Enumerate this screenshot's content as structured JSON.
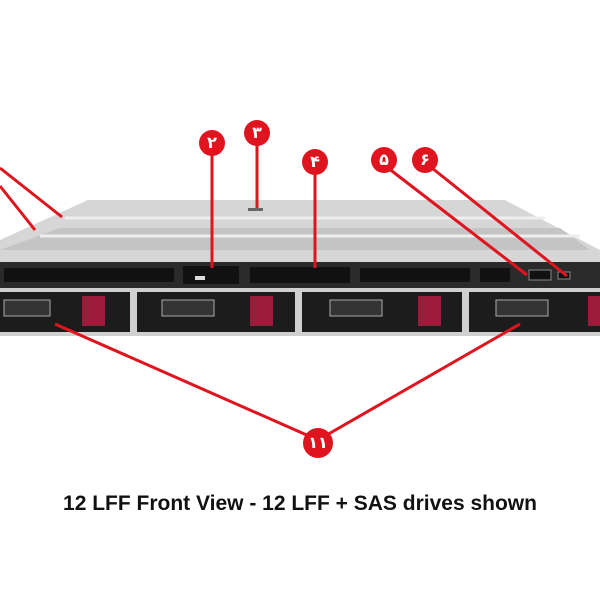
{
  "markers": [
    {
      "id": "2",
      "label": "۲"
    },
    {
      "id": "3",
      "label": "۳"
    },
    {
      "id": "4",
      "label": "۴"
    },
    {
      "id": "5",
      "label": "۵"
    },
    {
      "id": "6",
      "label": "۶"
    },
    {
      "id": "11",
      "label": "۱۱"
    }
  ],
  "caption": "12 LFF Front View - 12 LFF + SAS drives shown",
  "colors": {
    "callout": "#e0141e",
    "drive_latch": "#9b1b3a",
    "chassis": "#c9c9c9",
    "bezel": "#1d1d1d"
  }
}
